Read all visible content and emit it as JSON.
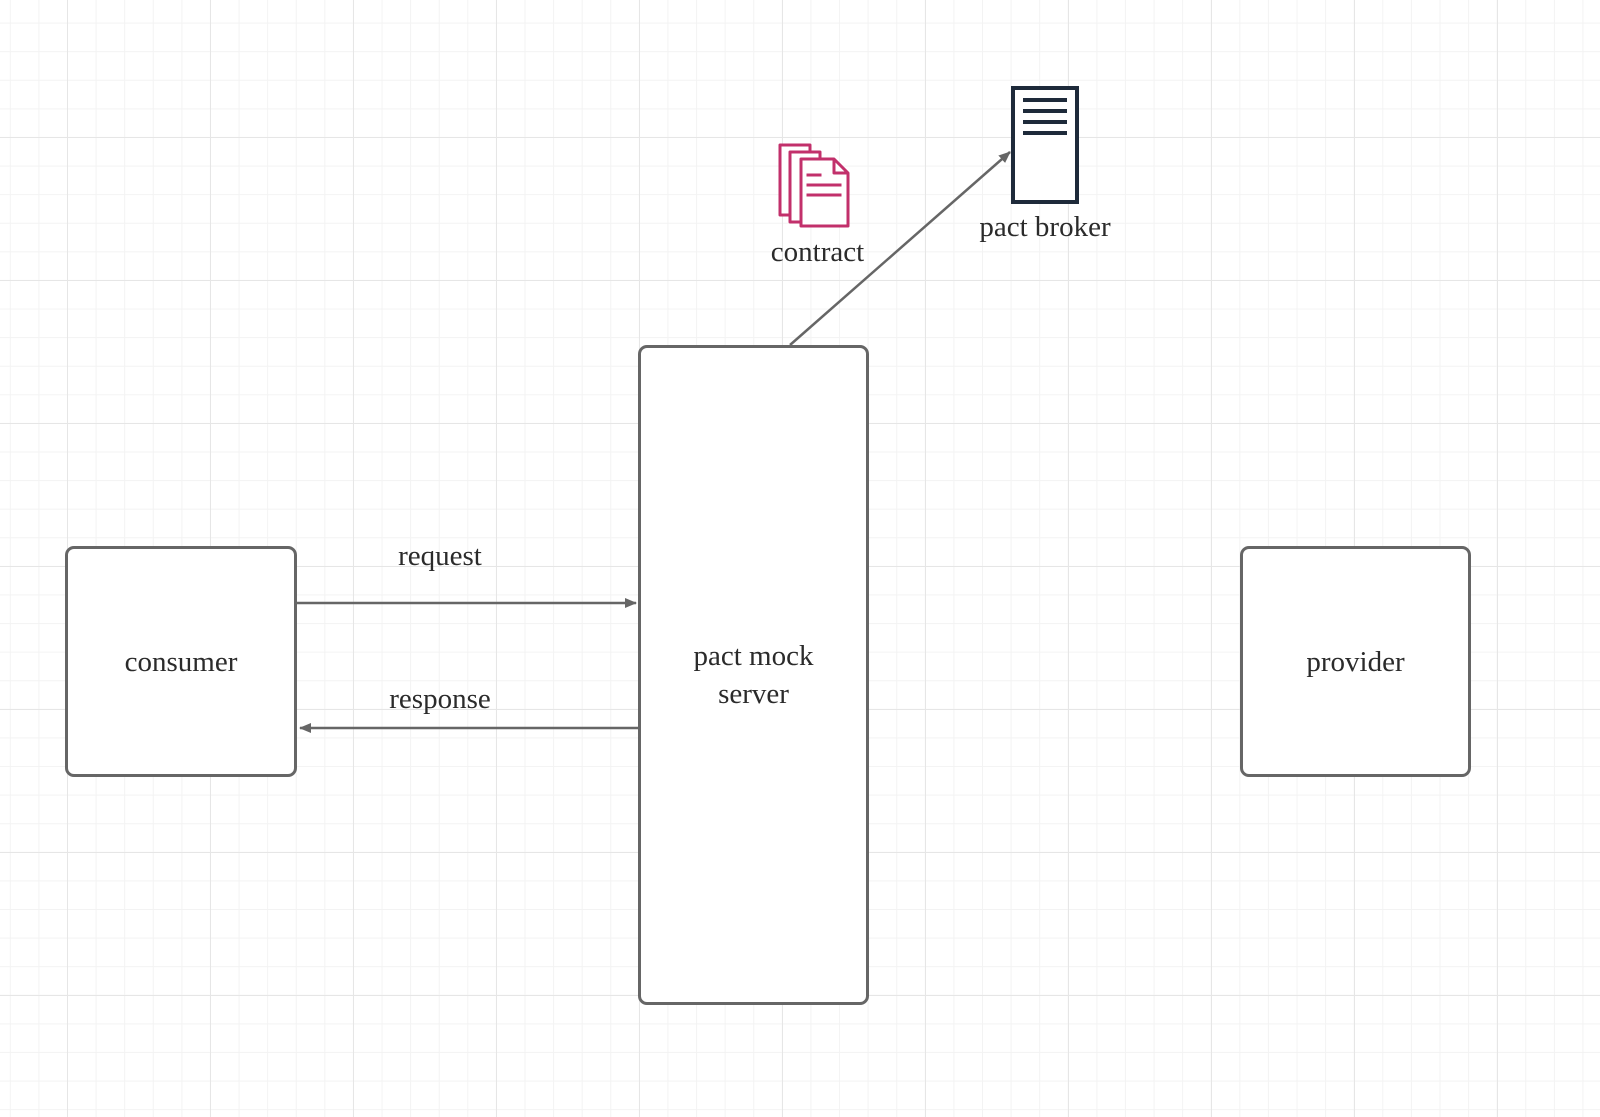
{
  "nodes": {
    "consumer": "consumer",
    "mock_server": "pact mock\nserver",
    "provider": "provider"
  },
  "edges": {
    "request": "request",
    "response": "response"
  },
  "artifacts": {
    "contract": {
      "label": "contract",
      "icon": "documents-icon",
      "color": "#c2306b"
    },
    "broker": {
      "label": "pact broker",
      "icon": "server-icon",
      "color": "#1e2a3a"
    }
  },
  "colors": {
    "box_border": "#666666",
    "arrow": "#666666",
    "grid": "#e6e6e6"
  }
}
